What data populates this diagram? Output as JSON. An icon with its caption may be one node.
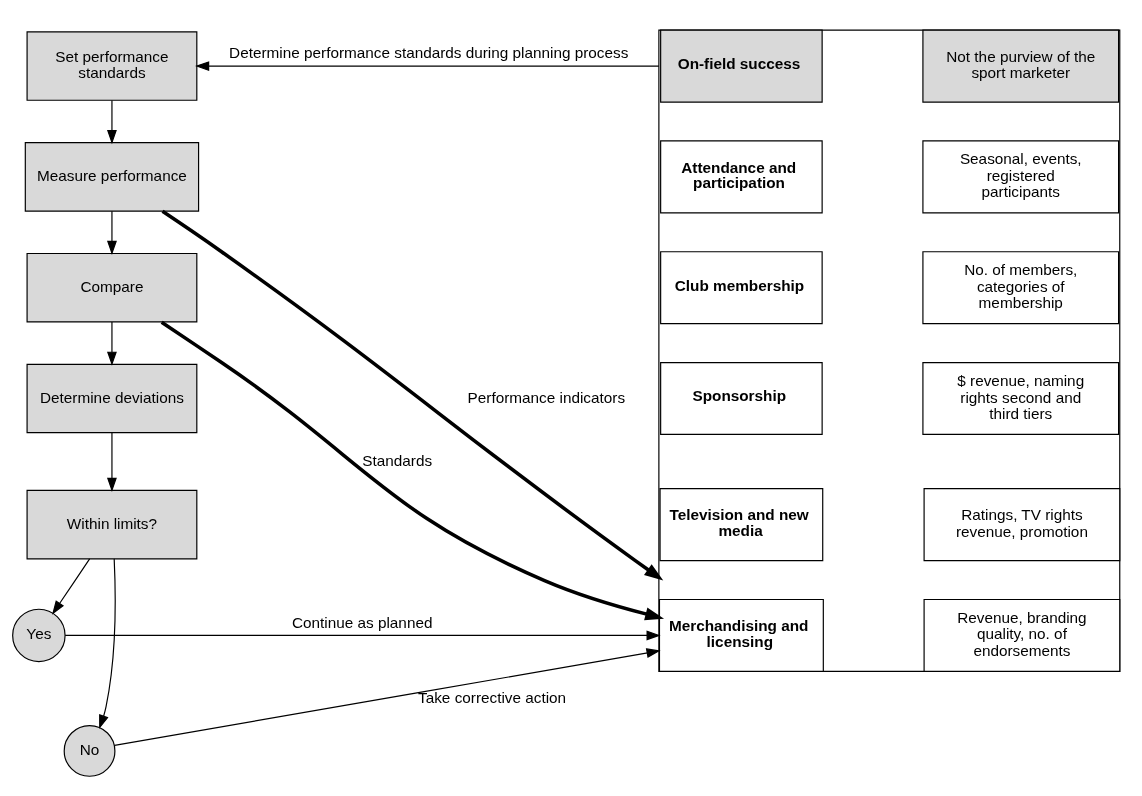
{
  "diagram": {
    "nodes": [
      {
        "text": [
          "Set performance standards"
        ]
      },
      {
        "text": [
          "Measure performance"
        ]
      },
      {
        "text": [
          "Compare"
        ]
      },
      {
        "text": [
          "Determine deviations"
        ]
      },
      {
        "text": [
          "Within limits?"
        ]
      },
      {
        "text": [
          "Yes"
        ]
      },
      {
        "text": [
          "No"
        ]
      },
      {
        "text": [],
        "shape": "box"
      },
      {
        "text": [
          "On-field success"
        ],
        "in": 7
      },
      {
        "text": [
          "Not the purview of the sport marketer"
        ],
        "in": 7
      },
      {
        "text": [
          "Attendance and participation"
        ],
        "in": 7
      },
      {
        "text": [
          "Seasonal, events, registered participants"
        ],
        "in": 7
      },
      {
        "text": [
          "Club membership"
        ],
        "in": 7
      },
      {
        "text": [
          "No. of members, categories of membership"
        ],
        "in": 7
      },
      {
        "text": [
          "Sponsorship"
        ],
        "in": 7
      },
      {
        "text": [
          "$ revenue, naming rights second and third tiers"
        ],
        "in": 7
      },
      {
        "text": [
          "Television and new media"
        ],
        "in": 7
      },
      {
        "text": [
          "Ratings, TV rights revenue, promotion"
        ],
        "in": 7
      },
      {
        "text": [
          "Merchandising and licensing"
        ],
        "in": 7
      },
      {
        "text": [
          "Revenue, branding quality, no. of endorsements"
        ],
        "in": 7
      }
    ],
    "edges": [
      {
        "from": 0,
        "to": 1,
        "arrow": "to"
      },
      {
        "from": 1,
        "to": 2,
        "arrow": "to"
      },
      {
        "from": 2,
        "to": 3,
        "arrow": "to"
      },
      {
        "from": 3,
        "to": 4,
        "arrow": "to"
      },
      {
        "from": 4,
        "to": 5,
        "arrow": "to"
      },
      {
        "from": 5,
        "to": 7,
        "arrow": "to",
        "label": "Continue as planned"
      },
      {
        "from": 4,
        "to": 6,
        "arrow": "to"
      },
      {
        "from": 6,
        "to": 7,
        "arrow": "to",
        "label": "Take corrective action"
      },
      {
        "from": 2,
        "to": 7,
        "arrow": "to",
        "label": "Standards",
        "style": "thick"
      },
      {
        "from": 1,
        "to": 7,
        "arrow": "to",
        "label": "Performance indicators",
        "style": "thick"
      },
      {
        "from": 7,
        "to": 0,
        "arrow": "to",
        "label": "Determine performance standards during planning process"
      }
    ]
  }
}
